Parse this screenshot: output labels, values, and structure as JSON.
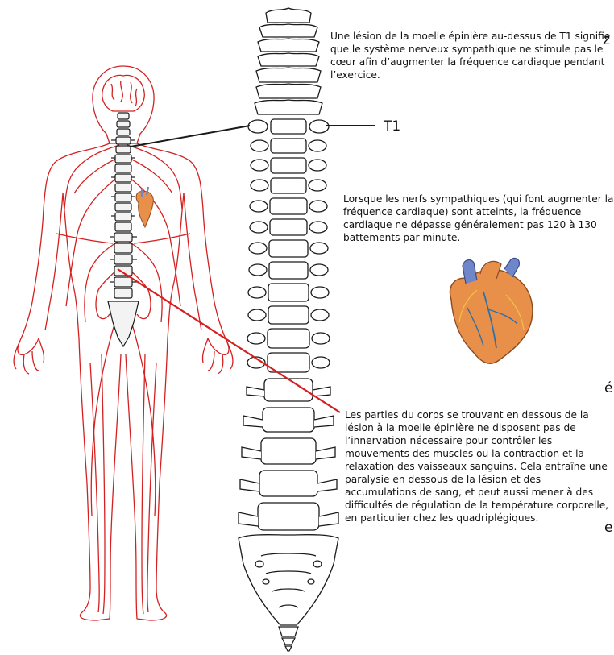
{
  "labels": {
    "t1": "T1"
  },
  "notes": {
    "above_t1": "Une lésion de la moelle épinière au-dessus de T1 signifie que le système nerveux sympathique ne stimule pas le cœur afin d’augmenter la fréquence cardiaque pendant l’exercice.",
    "sympathetic": "Lorsque les nerfs sympathiques (qui font augmenter la fréquence cardiaque) sont atteints, la fréquence cardiaque ne dépasse généralement pas 120 à 130 battements par minute.",
    "below_lesion": "Les parties du corps se trouvant en dessous de la lésion à la moelle épinière ne disposent pas de l’innervation nécessaire pour contrôler les mouvements des muscles ou la contraction et la relaxation des vaisseaux sanguins. Cela entraîne une paralysie en dessous de la lésion et des accumulations de sang, et peut aussi mener à des difficultés de régulation de la température corporelle, en particulier chez les quadriplégiques."
  },
  "edge_glyphs": [
    "z",
    "é",
    "e"
  ],
  "colors": {
    "nerve_red": "#d42020",
    "line_dark": "#222222",
    "heart_orange": "#e8904a",
    "heart_blue": "#6f86c8"
  },
  "icons": {
    "body": "human-body-nervous-system",
    "spine": "vertebral-column",
    "heart": "heart"
  }
}
